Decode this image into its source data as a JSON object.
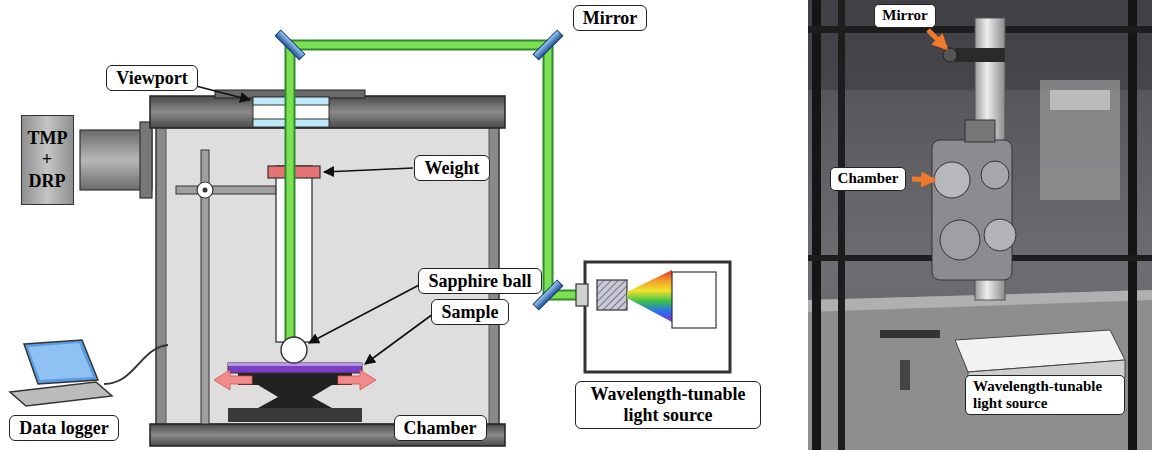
{
  "diagram": {
    "nodes": [
      {
        "text": [
          "Viewport"
        ]
      },
      {
        "text": [
          "Mirror"
        ]
      },
      {
        "text": [
          "TMP + DRP"
        ]
      },
      {
        "text": [
          "Weight"
        ]
      },
      {
        "text": [
          "Sapphire ball"
        ]
      },
      {
        "text": [
          "Sample"
        ]
      },
      {
        "text": [
          "Wavelength-tunable light source"
        ]
      },
      {
        "text": [
          "Data logger"
        ]
      },
      {
        "text": [
          "Chamber"
        ]
      },
      {
        "text": [
          "Mirror"
        ]
      },
      {
        "text": [
          "Chamber"
        ]
      },
      {
        "text": [
          "Wavelength-tunable light source"
        ]
      }
    ]
  }
}
